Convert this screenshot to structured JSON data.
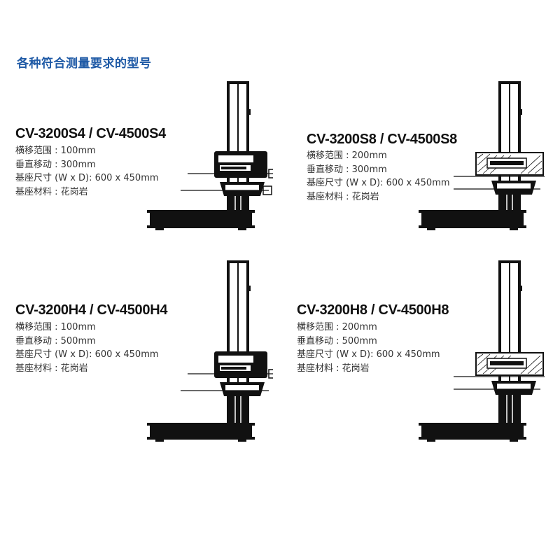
{
  "title": "各种符合测量要求的型号",
  "models": [
    {
      "name": "CV-3200S4 / CV-4500S4",
      "specs": [
        "横移范围 : 100mm",
        "垂直移动 : 300mm",
        "基座尺寸 (W x D): 600 x 450mm",
        "基座材料 : 花岗岩"
      ]
    },
    {
      "name": "CV-3200S8 / CV-4500S8",
      "specs": [
        "横移范围 : 200mm",
        "垂直移动 : 300mm",
        "基座尺寸 (W x D): 600 x 450mm",
        "基座材料 : 花岗岩"
      ]
    },
    {
      "name": "CV-3200H4 / CV-4500H4",
      "specs": [
        "横移范围 : 100mm",
        "垂直移动 : 500mm",
        "基座尺寸 (W x D): 600 x 450mm",
        "基座材料 : 花岗岩"
      ]
    },
    {
      "name": "CV-3200H8 / CV-4500H8",
      "specs": [
        "横移范围 : 200mm",
        "垂直移动 : 500mm",
        "基座尺寸 (W x D): 600 x 450mm",
        "基座材料 : 花岗岩"
      ]
    }
  ],
  "colors": {
    "title": "#1f5aa6",
    "machine": "#111111"
  },
  "icons": [
    "contour-measuring-machine-icon"
  ]
}
